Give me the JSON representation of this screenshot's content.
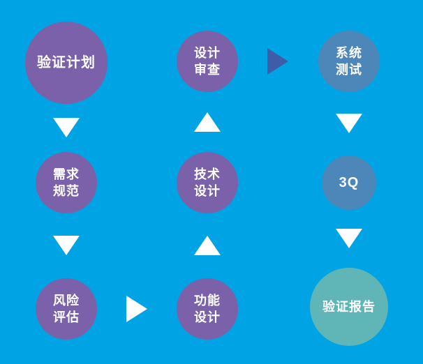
{
  "canvas": {
    "background": "#00A4E4"
  },
  "nodes": [
    {
      "id": "validation-plan",
      "label": "验证计划",
      "color": "#7A61A9"
    },
    {
      "id": "requirement-spec",
      "label": "需求\n规范",
      "color": "#7A61A9"
    },
    {
      "id": "risk-assessment",
      "label": "风险\n评估",
      "color": "#7A61A9"
    },
    {
      "id": "design-review",
      "label": "设计\n审查",
      "color": "#7A61A9"
    },
    {
      "id": "technical-design",
      "label": "技术\n设计",
      "color": "#7A61A9"
    },
    {
      "id": "functional-design",
      "label": "功能\n设计",
      "color": "#7A61A9"
    },
    {
      "id": "system-testing",
      "label": "系统\n测试",
      "color": "#4D87BA"
    },
    {
      "id": "3q",
      "label": "3Q",
      "color": "#4D87BA"
    },
    {
      "id": "validation-report",
      "label": "验证报告",
      "color": "#60B6B6"
    }
  ],
  "arrows": [
    {
      "from": "验证计划",
      "to": "需求规范",
      "direction": "down",
      "color": "#FFFFFF"
    },
    {
      "from": "需求规范",
      "to": "风险评估",
      "direction": "down",
      "color": "#FFFFFF"
    },
    {
      "from": "风险评估",
      "to": "功能设计",
      "direction": "right",
      "color": "#FFFFFF"
    },
    {
      "from": "功能设计",
      "to": "技术设计",
      "direction": "up",
      "color": "#FFFFFF"
    },
    {
      "from": "技术设计",
      "to": "设计审查",
      "direction": "up",
      "color": "#FFFFFF"
    },
    {
      "from": "设计审查",
      "to": "系统测试",
      "direction": "right",
      "color": "#3F5CA9"
    },
    {
      "from": "系统测试",
      "to": "3Q",
      "direction": "down",
      "color": "#FFFFFF"
    },
    {
      "from": "3Q",
      "to": "验证报告",
      "direction": "down",
      "color": "#FFFFFF"
    }
  ]
}
